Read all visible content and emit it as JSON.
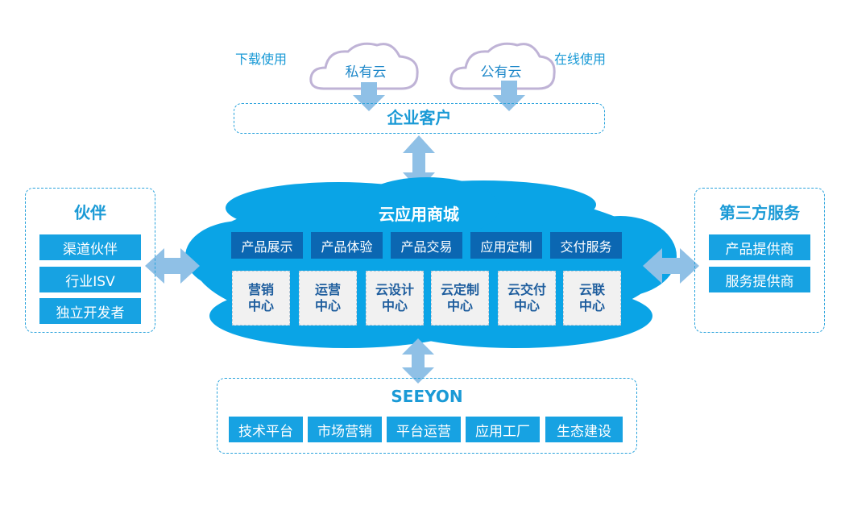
{
  "top": {
    "download_note": "下载使用",
    "online_note": "在线使用",
    "private_cloud": "私有云",
    "public_cloud": "公有云",
    "enterprise_title": "企业客户"
  },
  "partners": {
    "title": "伙伴",
    "items": [
      "渠道伙伴",
      "行业ISV",
      "独立开发者"
    ]
  },
  "third_party": {
    "title": "第三方服务",
    "items": [
      "产品提供商",
      "服务提供商"
    ]
  },
  "cloud_mall": {
    "title": "云应用商城",
    "top_items": [
      "产品展示",
      "产品体验",
      "产品交易",
      "应用定制",
      "交付服务"
    ],
    "centers": [
      [
        "营销",
        "中心"
      ],
      [
        "运营",
        "中心"
      ],
      [
        "云设计",
        "中心"
      ],
      [
        "云定制",
        "中心"
      ],
      [
        "云交付",
        "中心"
      ],
      [
        "云联",
        "中心"
      ]
    ]
  },
  "seeyon": {
    "title": "SEEYON",
    "items": [
      "技术平台",
      "市场营销",
      "平台运营",
      "应用工厂",
      "生态建设"
    ]
  },
  "colors": {
    "accent": "#17a2e2",
    "dark_blue": "#0b67b2",
    "cloud_blue": "#0aa4e6",
    "arrow_blue": "#8fc0e6",
    "small_cloud_stroke": "#bfb3d6"
  }
}
